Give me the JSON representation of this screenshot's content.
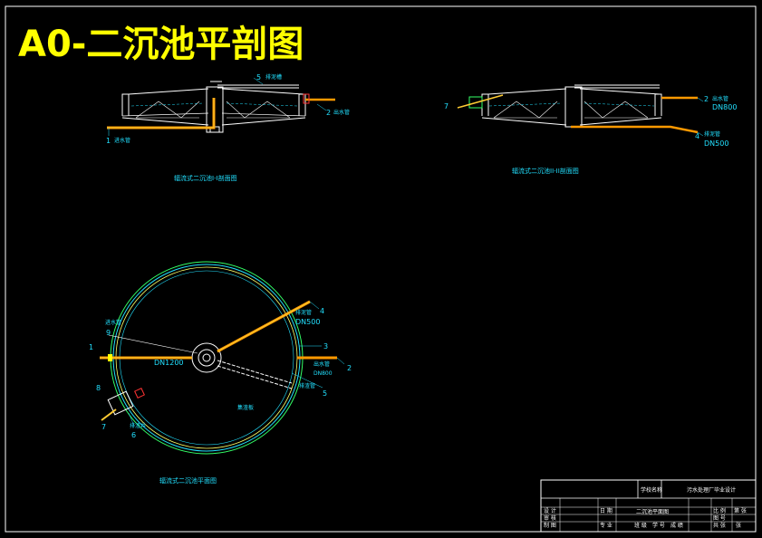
{
  "drawing_title": "A0-二沉池平剖图",
  "section_left": {
    "caption": "辐流式二沉池I-I剖面图",
    "callouts": [
      {
        "num": "5",
        "text": "排泥槽"
      },
      {
        "num": "2",
        "text": "出水管"
      },
      {
        "num": "1",
        "text": "进水管"
      }
    ]
  },
  "section_right": {
    "caption": "辐流式二沉池II-II剖面图",
    "callouts": [
      {
        "num": "7",
        "text": ""
      },
      {
        "num": "2",
        "text": "出水管",
        "size": "DN800"
      },
      {
        "num": "4",
        "text": "排泥管",
        "size": "DN500"
      }
    ]
  },
  "plan": {
    "caption": "辐流式二沉池平面图",
    "callouts": [
      {
        "num": "4",
        "text": "排泥管",
        "size": "DN500"
      },
      {
        "num": "9",
        "text": "进水管"
      },
      {
        "num": "1",
        "text": ""
      },
      {
        "num": "3",
        "text": ""
      },
      {
        "num": "2",
        "text": "出水管",
        "size": "DN800"
      },
      {
        "num": "5",
        "text": "排渣管"
      },
      {
        "num": "8",
        "text": ""
      },
      {
        "num": "7",
        "text": ""
      },
      {
        "num": "6",
        "text": "排渣井"
      }
    ],
    "inlet_size": "DN1200",
    "inner_note": "集渣板"
  },
  "title_block": {
    "school": "学校名称",
    "project": "污水处理厂毕业设计",
    "drawing_name": "二沉池平面图",
    "rows": [
      {
        "a": "设 计",
        "b": "日 期",
        "c": "图 号"
      },
      {
        "a": "审 核",
        "b": "比 例",
        "c": "共 张"
      },
      {
        "a": "制 图",
        "b": "专 业",
        "c": "第 张"
      }
    ],
    "bottom": {
      "a": "班 级",
      "b": "学 号",
      "c": "成 绩",
      "d": "张"
    }
  },
  "colors": {
    "background": "#000000",
    "title": "#ffff00",
    "structure": "#ffffff",
    "annotation": "#22e0ff",
    "pipe": "#ff9900",
    "pipe_fill": "#ffcc33",
    "rim": "#33ff66",
    "hatch": "#ff3333"
  }
}
